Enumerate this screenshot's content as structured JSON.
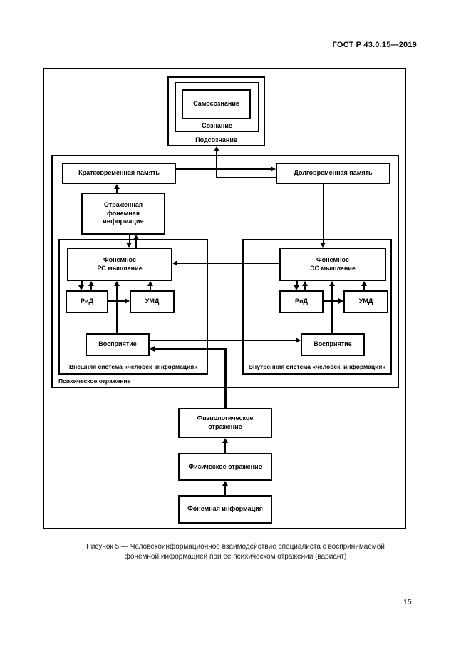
{
  "page": {
    "header": "ГОСТ Р 43.0.15—2019",
    "page_number": "15",
    "caption": {
      "line1": "Рисунок 5 — Человекоинформационное взаимодействие специалиста с воспринимаемой",
      "line2": "фонемной информацией при ее психическом отражении (вариант)"
    }
  },
  "diagram": {
    "consciousness_stack": {
      "self_awareness": "Самосознание",
      "consciousness": "Сознание",
      "subconscious": "Подсознание"
    },
    "memory": {
      "short_term": "Кратковременная память",
      "long_term": "Долговременная память"
    },
    "reflected_info": "Отраженная\nфонемная\nинформация",
    "thinking": {
      "rs": "Фонемное\nРС мышление",
      "es": "Фонемное\nЭС мышление"
    },
    "small_blocks": {
      "rid": "РиД",
      "umd": "УМД"
    },
    "perception": "Восприятие",
    "containers": {
      "psychic": "Психическое отражение",
      "external": "Внешняя система «человек–информация»",
      "internal": "Внутренняя система «человек–информация»"
    },
    "bottom_chain": {
      "physiological": "Физиологическое\nотражение",
      "physical": "Физическое отражение",
      "phonemic": "Фонемная информация"
    },
    "colors": {
      "line": "#000000",
      "background": "#ffffff"
    }
  }
}
